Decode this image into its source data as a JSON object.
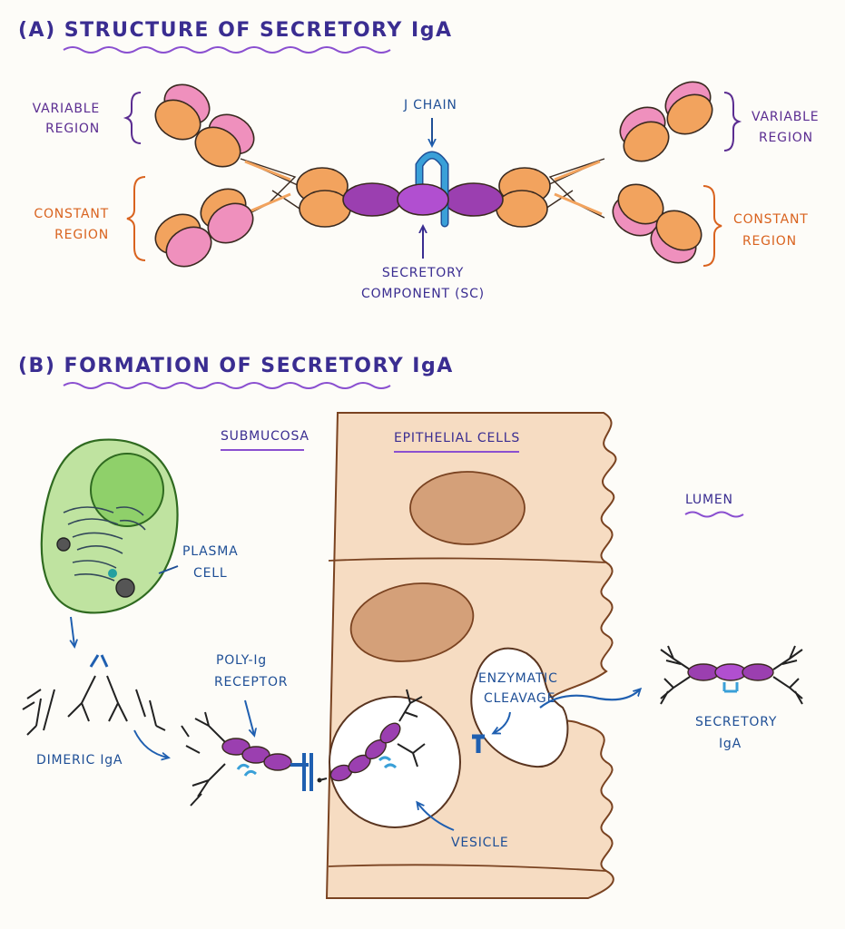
{
  "panelA": {
    "title": "(A) STRUCTURE OF SECRETORY IgA",
    "variable_left": [
      "VARIABLE",
      "REGION"
    ],
    "constant_left": [
      "CONSTANT",
      "REGION"
    ],
    "variable_right": [
      "VARIABLE",
      "REGION"
    ],
    "constant_right": [
      "CONSTANT",
      "REGION"
    ],
    "j_chain": "J CHAIN",
    "secretory_component": [
      "SECRETORY",
      "COMPONENT (SC)"
    ]
  },
  "panelB": {
    "title": "(B) FORMATION OF SECRETORY IgA",
    "submucosa": "SUBMUCOSA",
    "epithelial": "EPITHELIAL CELLS",
    "lumen": "LUMEN",
    "plasma_cell": [
      "PLASMA",
      "CELL"
    ],
    "dimeric": "DIMERIC IgA",
    "receptor": [
      "POLY-Ig",
      "RECEPTOR"
    ],
    "cleavage": [
      "ENZYMATIC",
      "CLEAVAGE"
    ],
    "vesicle": "VESICLE",
    "secretory": [
      "SECRETORY",
      "IgA"
    ]
  },
  "colors": {
    "purple_text": "#5b2d91",
    "orange_text": "#d9631f",
    "blue_text": "#1f4f96",
    "heavy": "#f2a35e",
    "light": "#ef90bd",
    "dimer_core": "#9b3fb0",
    "jchain": "#3aa0d8",
    "cell": "#f6dcc2",
    "nucleus": "#d4a079",
    "plasma": "#bfe3a0"
  }
}
